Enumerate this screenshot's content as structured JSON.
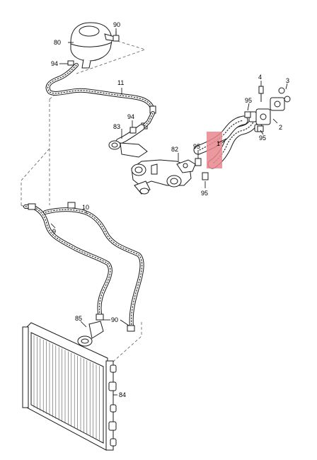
{
  "diagram": {
    "highlight_color": "#e8868e",
    "line_color": "#1a1a1a",
    "parts": [
      {
        "key": "p90a",
        "label": "90"
      },
      {
        "key": "p80",
        "label": "80"
      },
      {
        "key": "p94a",
        "label": "94"
      },
      {
        "key": "p11",
        "label": "11"
      },
      {
        "key": "p4",
        "label": "4"
      },
      {
        "key": "p3",
        "label": "3"
      },
      {
        "key": "p95a",
        "label": "95"
      },
      {
        "key": "p95b",
        "label": "95"
      },
      {
        "key": "p2",
        "label": "2"
      },
      {
        "key": "p94b",
        "label": "94"
      },
      {
        "key": "p83",
        "label": "83"
      },
      {
        "key": "p82",
        "label": "82"
      },
      {
        "key": "p95c",
        "label": "95"
      },
      {
        "key": "p1",
        "label": "1"
      },
      {
        "key": "p95d",
        "label": "95"
      },
      {
        "key": "p10",
        "label": "10"
      },
      {
        "key": "p9",
        "label": "9"
      },
      {
        "key": "p85",
        "label": "85"
      },
      {
        "key": "p90b",
        "label": "90"
      },
      {
        "key": "p84",
        "label": "84"
      }
    ]
  }
}
